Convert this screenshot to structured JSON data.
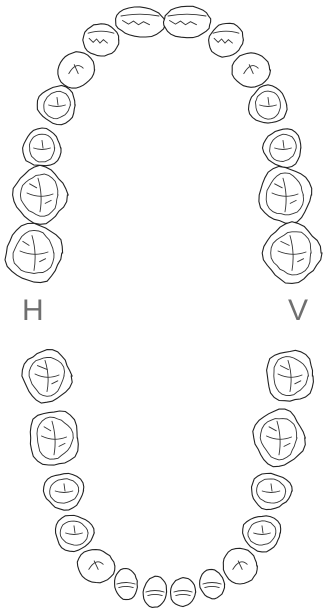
{
  "labels": {
    "left": "H",
    "right": "V"
  },
  "colors": {
    "outline": "#222222",
    "label": "#6f6f6f"
  },
  "teeth": {
    "upper": [
      "upper-tooth-1",
      "upper-tooth-2",
      "upper-tooth-3",
      "upper-tooth-4",
      "upper-tooth-5",
      "upper-tooth-6",
      "upper-tooth-7",
      "upper-tooth-8",
      "upper-tooth-9",
      "upper-tooth-10",
      "upper-tooth-11",
      "upper-tooth-12",
      "upper-tooth-13",
      "upper-tooth-14"
    ],
    "lower": [
      "lower-tooth-1",
      "lower-tooth-2",
      "lower-tooth-3",
      "lower-tooth-4",
      "lower-tooth-5",
      "lower-tooth-6",
      "lower-tooth-7",
      "lower-tooth-8",
      "lower-tooth-9",
      "lower-tooth-10",
      "lower-tooth-11",
      "lower-tooth-12",
      "lower-tooth-13",
      "lower-tooth-14"
    ]
  }
}
